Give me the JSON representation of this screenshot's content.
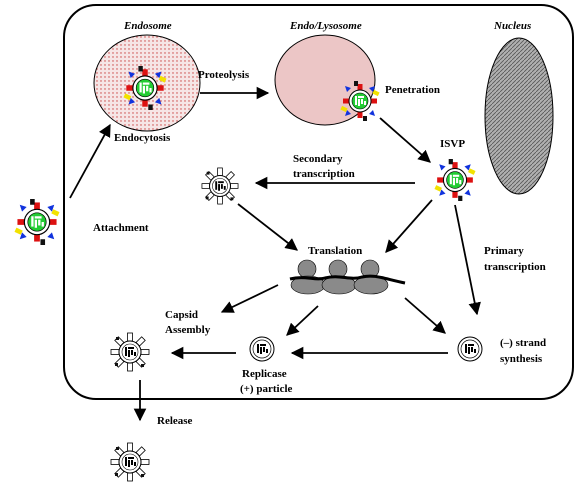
{
  "compartments": {
    "endosome": "Endosome",
    "endo_lysosome": "Endo/Lysosome",
    "nucleus": "Nucleus"
  },
  "steps": {
    "attachment": "Attachment",
    "endocytosis": "Endocytosis",
    "proteolysis": "Proteolysis",
    "penetration": "Penetration",
    "isvp": "ISVP",
    "secondary_transcription": [
      "Secondary",
      "transcription"
    ],
    "primary_transcription": [
      "Primary",
      "transcription"
    ],
    "translation": "Translation",
    "capsid_assembly": [
      "Capsid",
      "Assembly"
    ],
    "replicase_particle": [
      "Replicase",
      "(+) particle"
    ],
    "minus_strand_synthesis": [
      "(–) strand",
      "synthesis"
    ],
    "release": "Release"
  },
  "colors": {
    "cell_outline": "#000000",
    "endosome_fill": "#f3dede",
    "lysosome_fill": "#ecc6c6",
    "nucleus_fill": "#9a9a9a",
    "core_green": "#22cc33",
    "spike_red": "#dd1111",
    "spike_blue": "#1133dd",
    "spike_yellow": "#f2e200",
    "ribosome": "#8a8a8a"
  }
}
